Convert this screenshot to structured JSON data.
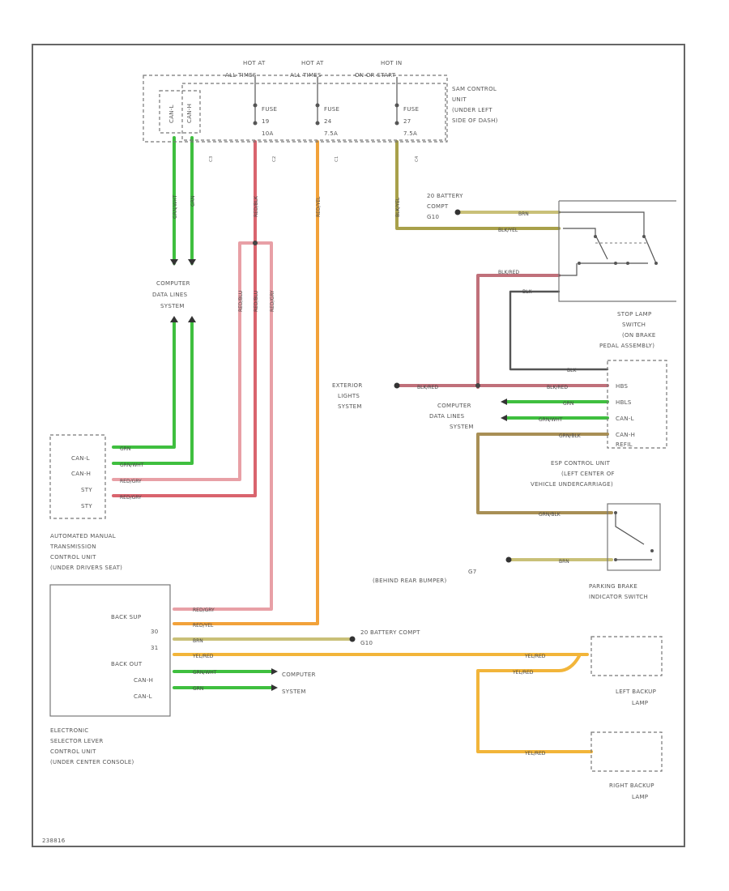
{
  "fuse_block": {
    "hot_labels": [
      {
        "line1": "HOT AT",
        "line2": "ALL TIMES"
      },
      {
        "line1": "HOT AT",
        "line2": "ALL TIMES"
      },
      {
        "line1": "HOT IN",
        "line2": "ON OR START"
      }
    ],
    "fuses": [
      {
        "l1": "FUSE",
        "l2": "19",
        "l3": "10A"
      },
      {
        "l1": "FUSE",
        "l2": "24",
        "l3": "7.5A"
      },
      {
        "l1": "FUSE",
        "l2": "27",
        "l3": "7.5A"
      }
    ],
    "can_pins": [
      "CAN-L",
      "CAN-H"
    ],
    "connectors": [
      "C3",
      "C2",
      "C1",
      "C4"
    ],
    "title": [
      "SAM CONTROL",
      "UNIT",
      "(UNDER LEFT",
      "SIDE OF DASH)"
    ]
  },
  "computer_data_lines": [
    "COMPUTER",
    "DATA LINES",
    "SYSTEM"
  ],
  "tcu": {
    "pins": [
      "CAN-L",
      "CAN-H",
      "STY",
      "STY"
    ],
    "title": [
      "AUTOMATED MANUAL",
      "TRANSMISSION",
      "CONTROL UNIT",
      "(UNDER DRIVERS SEAT)"
    ]
  },
  "selector": {
    "pins": [
      "BACK SUP",
      "30",
      "31",
      "BACK OUT",
      "CAN-H",
      "CAN-L"
    ],
    "title": [
      "ELECTRONIC",
      "SELECTOR LEVER",
      "CONTROL UNIT",
      "(UNDER CENTER CONSOLE)"
    ]
  },
  "stop_lamp": {
    "ground_label": [
      "20 BATTERY",
      "COMPT",
      "G10"
    ],
    "title": [
      "STOP LAMP",
      "SWITCH",
      "(ON BRAKE",
      "PEDAL ASSEMBLY)"
    ]
  },
  "exterior_lights": [
    "EXTERIOR",
    "LIGHTS",
    "SYSTEM"
  ],
  "esp": {
    "pins": [
      "HBS",
      "HBLS",
      "CAN-L",
      "CAN-H",
      "REFIL"
    ],
    "title": [
      "ESP CONTROL UNIT",
      "(LEFT CENTER OF",
      "VEHICLE UNDERCARRIAGE)"
    ]
  },
  "parking_brake": {
    "ground_label": [
      "G7",
      "(BEHIND REAR BUMPER)"
    ],
    "title": [
      "PARKING BRAKE",
      "INDICATOR SWITCH"
    ]
  },
  "selector_ground": [
    "20 BATTERY COMPT",
    "G10"
  ],
  "left_lamp": [
    "LEFT BACKUP",
    "LAMP"
  ],
  "right_lamp": [
    "RIGHT BACKUP",
    "LAMP"
  ],
  "wires": {
    "can_l_vert": "GRN/WHT",
    "can_h_vert": "GRN",
    "fuse19_vert": "RED/BLK",
    "fuse24_vert": "RED/YEL",
    "fuse27_vert": "BLK/YEL",
    "splice_a": "RED/BLU",
    "splice_b": "RED/BLU",
    "splice_c": "RED/GRY",
    "tcu_can_l": "GRN",
    "tcu_can_h": "GRN/WHT",
    "tcu_sty1": "RED/GRY",
    "tcu_sty2": "RED/GRY",
    "stop_gnd": "BRN",
    "stop_in": "BLK/YEL",
    "stop_out": "BLK/RED",
    "stop_blk": "BLK",
    "esp_blk": "BLK",
    "esp_hbs": "BLK/RED",
    "ext_lights": "BLK/RED",
    "esp_can_l": "GRN",
    "esp_can_h": "GRN/WHT",
    "esp_refil": "GRN/BLK",
    "pb_top": "GRN/BLK",
    "pb_gnd": "BRN",
    "sel_back_sup": "RED/GRY",
    "sel_30": "RED/YEL",
    "sel_31": "BRN",
    "sel_back_out": "YEL/RED",
    "sel_can_h": "GRN/WHT",
    "sel_can_l": "GRN",
    "left_lamp": "YEL/RED",
    "lamp_branch": "YEL/RED",
    "right_lamp": "YEL/RED"
  },
  "figure_id": "238816",
  "colors": {
    "green": "#3fbf3f",
    "red": "#d9646e",
    "orange": "#f2a23a",
    "olive": "#a8a04a",
    "brown": "#a88f55",
    "dark": "#555555"
  }
}
